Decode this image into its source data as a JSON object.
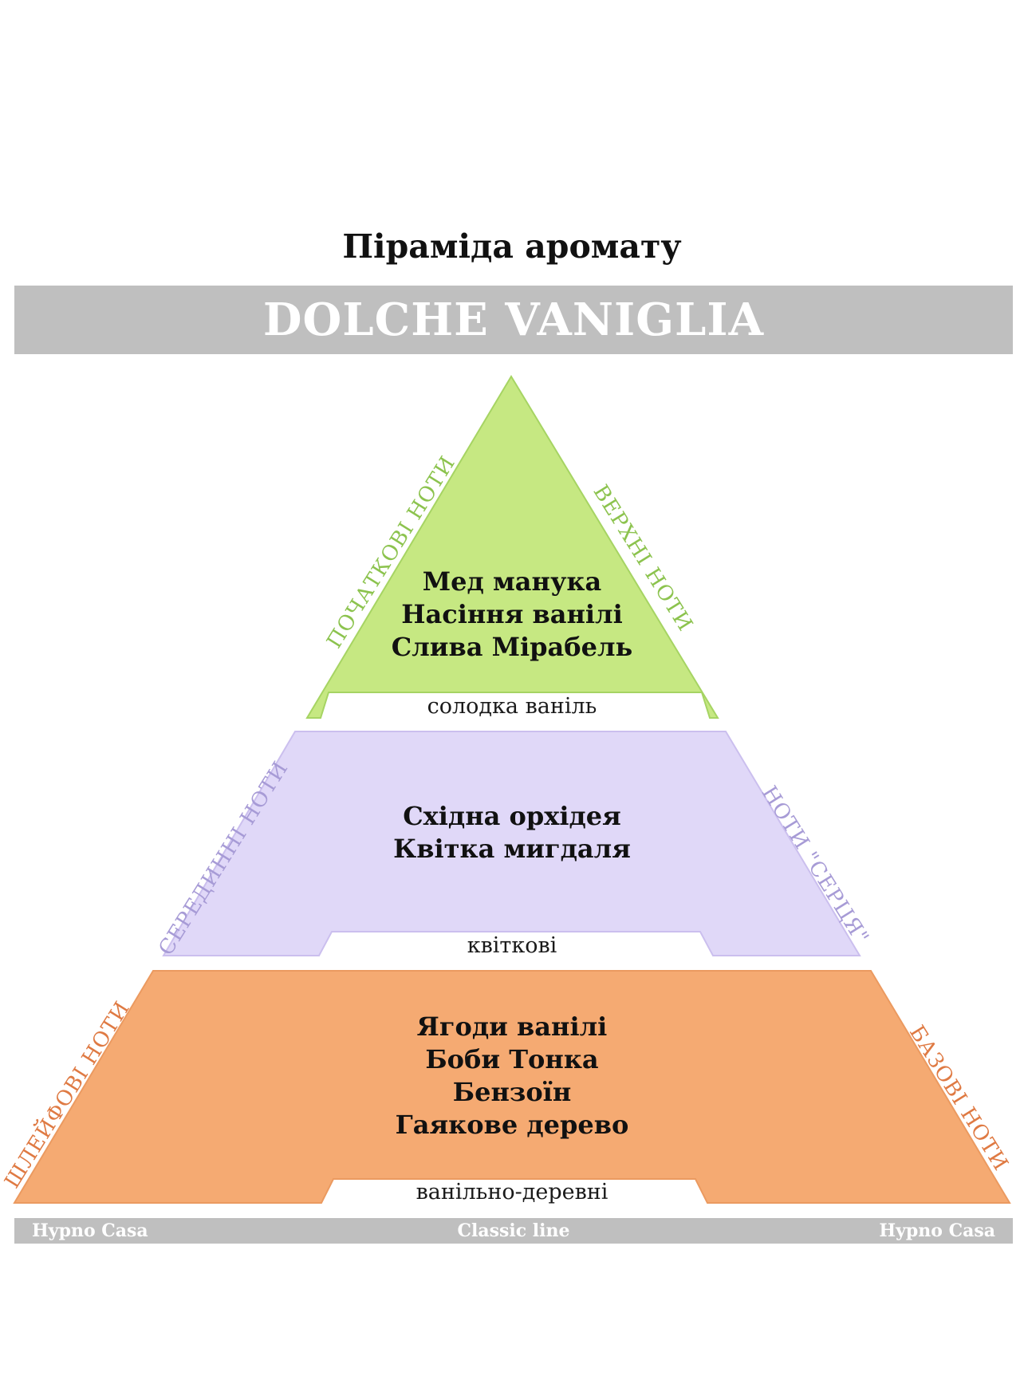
{
  "title": "Піраміда аромату",
  "banner": "DOLCHE VANIGLIA",
  "tiers": {
    "top": {
      "notes": [
        "Мед манука",
        "Насіння ванілі",
        "Слива Мірабель"
      ],
      "subtitle": "солодка ваніль",
      "left_label": "ПОЧАТКОВІ НОТИ",
      "right_label": "ВЕРХНІ НОТИ",
      "fill": "#c6e882",
      "label_color": "#8cc34e"
    },
    "middle": {
      "notes": [
        "Східна орхідея",
        "Квітка мигдаля"
      ],
      "subtitle": "квіткові",
      "left_label": "СЕРЕДИННІ НОТИ",
      "right_label": "НОТИ \"СЕРЦЯ\"",
      "fill": "#e0d8f8",
      "label_color": "#a79bd6"
    },
    "base": {
      "notes": [
        "Ягоди ванілі",
        "Боби Тонка",
        "Бензоїн",
        "Гаякове дерево"
      ],
      "subtitle": "ванільно-деревні",
      "left_label": "ШЛЕЙФОВІ НОТИ",
      "right_label": "БАЗОВІ НОТИ",
      "fill": "#f5aa72",
      "label_color": "#df7a43"
    }
  },
  "footer": {
    "left": "Hypno Casa",
    "center": "Classic line",
    "right": "Hypno Casa"
  },
  "colors": {
    "banner_bg": "#bfbfbf",
    "banner_text": "#ffffff"
  }
}
